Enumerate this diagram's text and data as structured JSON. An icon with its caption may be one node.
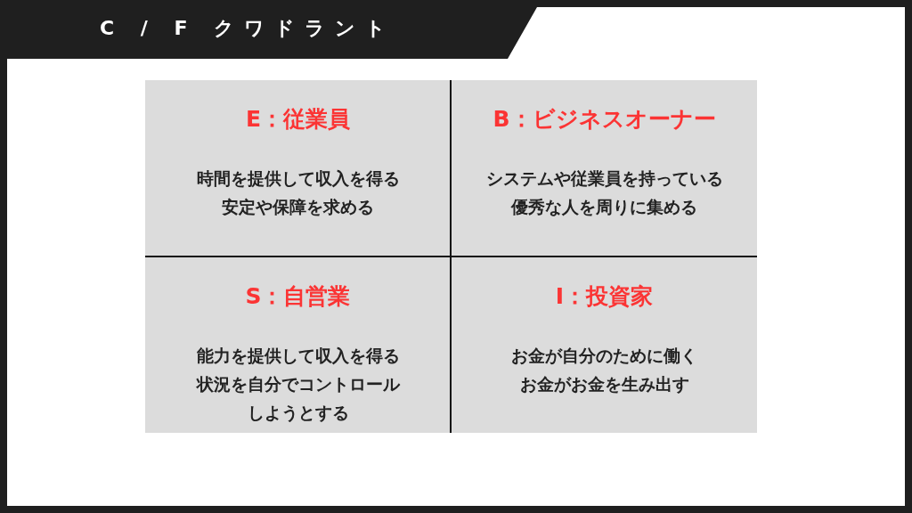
{
  "diagram": {
    "title": "C / F クワドラント",
    "nodes": [
      {
        "text": [
          "E：従業員",
          "時間を提供して収入を得る安定や保障を求める"
        ]
      },
      {
        "text": [
          "B：ビジネスオーナー",
          "システムや従業員を持っている優秀な人を周りに集める"
        ]
      },
      {
        "text": [
          "S：自営業",
          "能力を提供して収入を得る状況を自分でコントロールしようとする"
        ]
      },
      {
        "text": [
          "I：投資家",
          "お金が自分のために働くお金がお金を生み出す"
        ]
      }
    ]
  }
}
